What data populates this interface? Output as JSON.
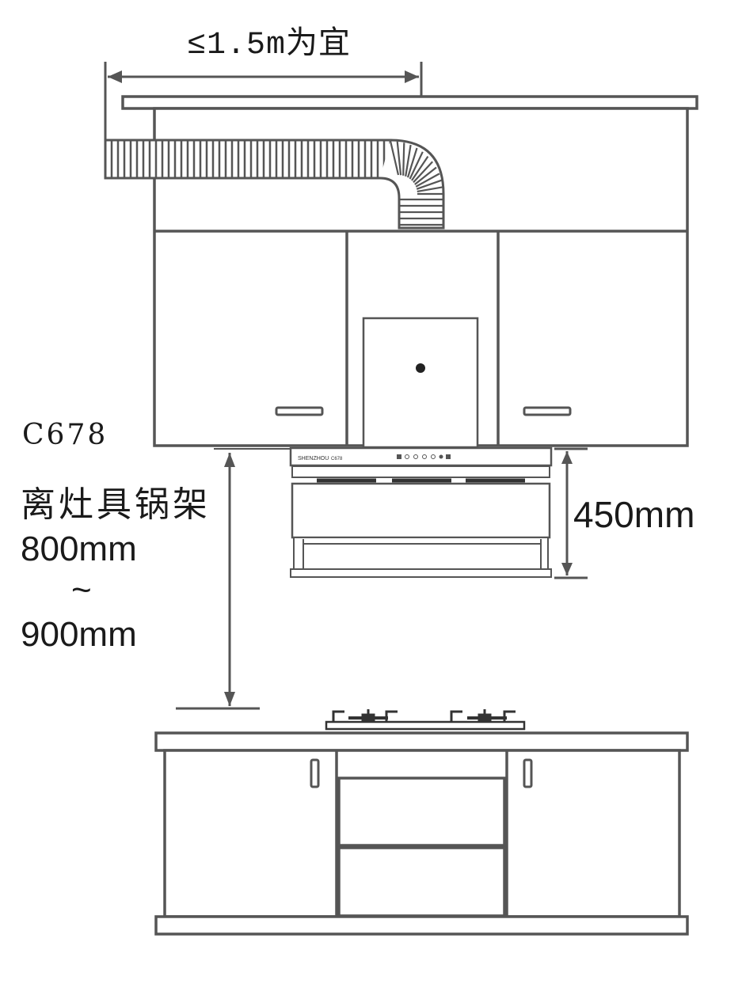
{
  "labels": {
    "duct_length": "≤1.5m为宜",
    "model": "C678",
    "height_caption": "离灶具锅架",
    "height_min": "800mm",
    "height_separator": "~",
    "height_max": "900mm",
    "hood_height": "450mm"
  },
  "hood_panel": {
    "brand": "SHENZHOU",
    "model": "C678"
  },
  "colors": {
    "line": "#555555",
    "text": "#1a1a1a",
    "fill": "#ffffff"
  }
}
